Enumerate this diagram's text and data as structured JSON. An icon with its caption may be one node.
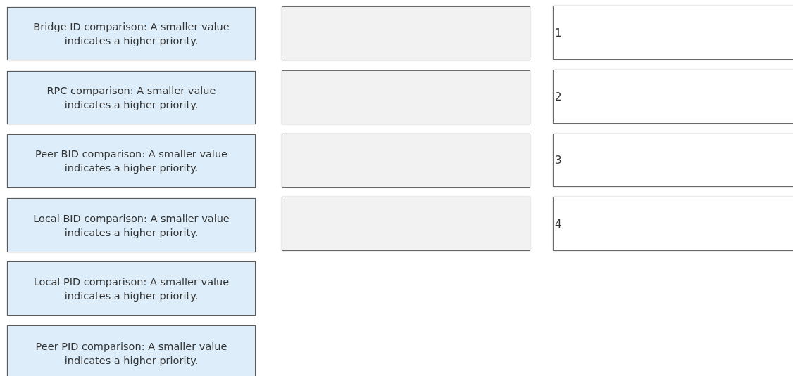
{
  "diagram": {
    "nodes": [
      {
        "text": [
          "Bridge ID comparison: A smaller value indicates a higher priority."
        ]
      },
      {
        "text": [
          "RPC comparison: A smaller value indicates a higher priority."
        ]
      },
      {
        "text": [
          "Peer BID comparison: A smaller value indicates a higher priority."
        ]
      },
      {
        "text": [
          "Local BID comparison: A smaller value indicates a higher priority."
        ]
      },
      {
        "text": [
          "Local PID comparison: A smaller value indicates a higher priority."
        ]
      },
      {
        "text": [
          "Peer PID comparison: A smaller value indicates a higher priority."
        ]
      },
      {
        "text": [],
        "shape": "box"
      },
      {
        "text": [],
        "shape": "box"
      },
      {
        "text": [],
        "shape": "box"
      },
      {
        "text": [],
        "shape": "box"
      },
      {
        "text": [
          "1"
        ]
      },
      {
        "text": [
          "2"
        ]
      },
      {
        "text": [
          "3"
        ]
      },
      {
        "text": [
          "4"
        ]
      }
    ]
  }
}
